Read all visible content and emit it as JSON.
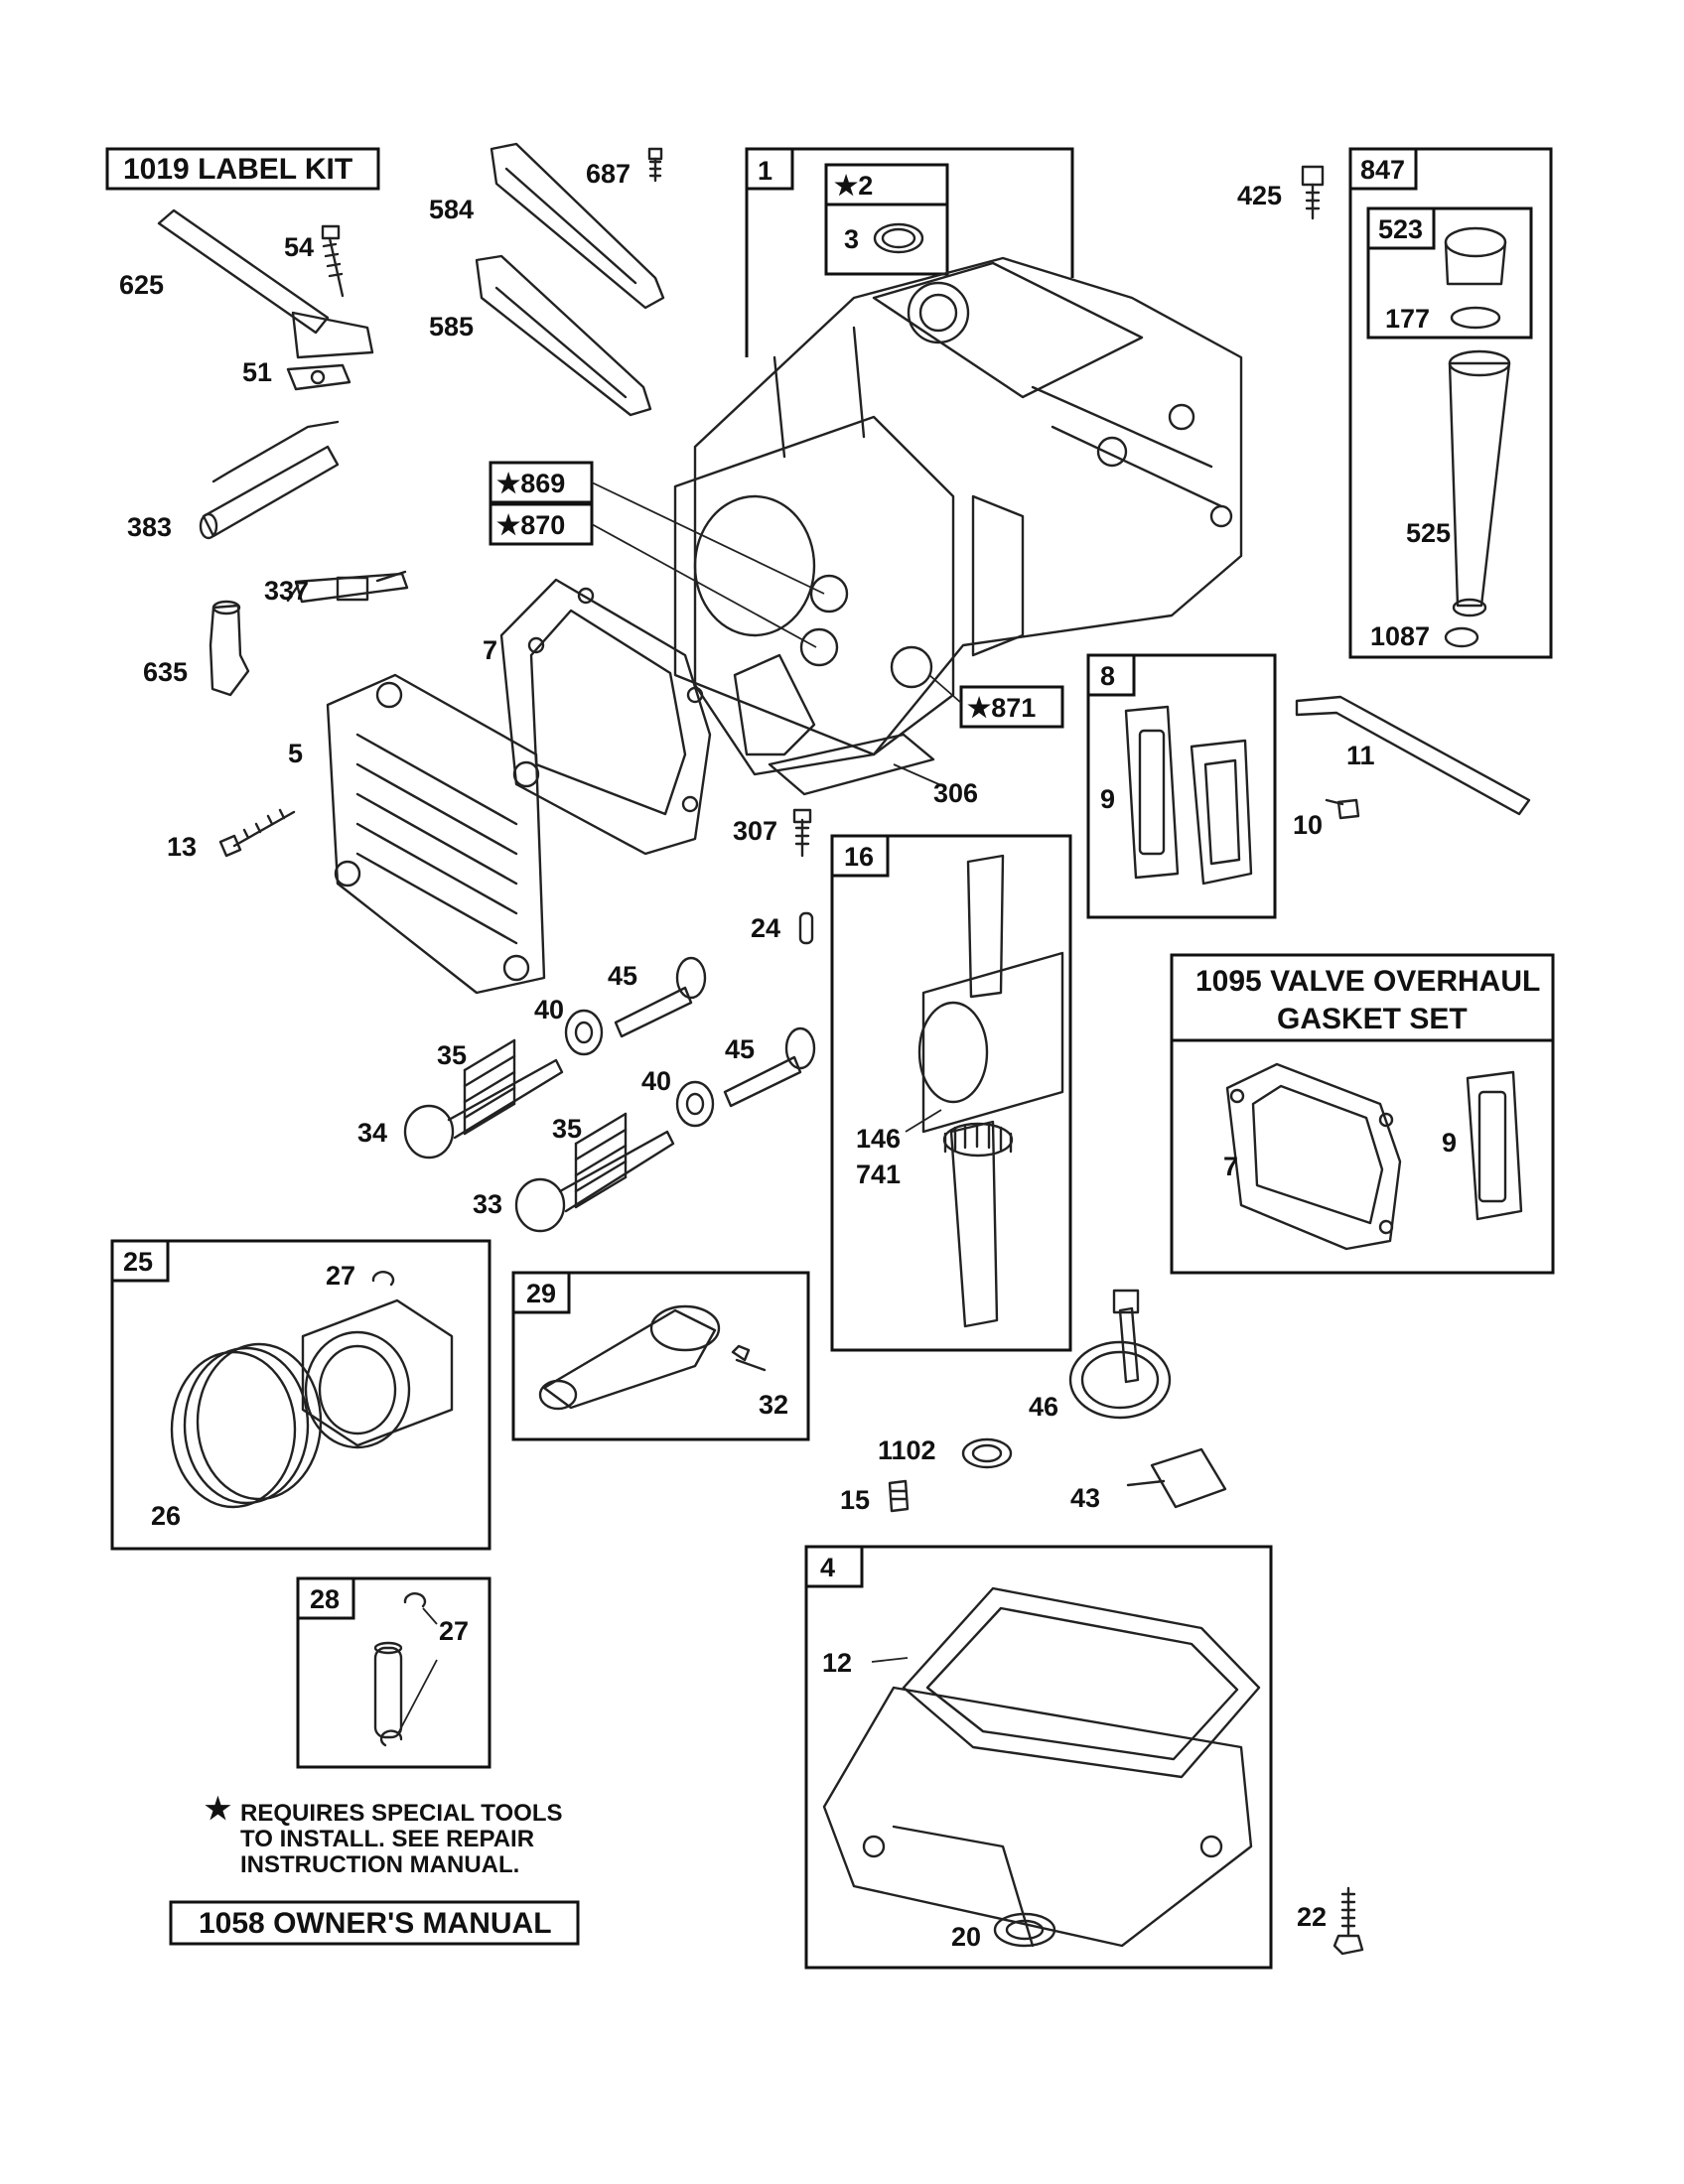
{
  "kits": {
    "label_kit": "1019 LABEL KIT",
    "owners_manual": "1058 OWNER'S MANUAL",
    "valve_overhaul_line1": "1095 VALVE OVERHAUL",
    "valve_overhaul_line2": "GASKET SET"
  },
  "note": {
    "star": "★",
    "line1": "REQUIRES SPECIAL TOOLS",
    "line2": "TO INSTALL.  SEE REPAIR",
    "line3": "INSTRUCTION MANUAL."
  },
  "boxes": {
    "b1": "1",
    "b2": "★2",
    "b847": "847",
    "b523": "523",
    "b869": "★869",
    "b870": "★870",
    "b871": "★871",
    "b8": "8",
    "b16": "16",
    "b25": "25",
    "b29": "29",
    "b28": "28",
    "b4": "4"
  },
  "callouts": {
    "c687": "687",
    "c584": "584",
    "c585": "585",
    "c54": "54",
    "c625": "625",
    "c51": "51",
    "c383": "383",
    "c337": "337",
    "c635": "635",
    "c7": "7",
    "c5": "5",
    "c13": "13",
    "c3": "3",
    "c306": "306",
    "c307": "307",
    "c425": "425",
    "c177": "177",
    "c525": "525",
    "c1087": "1087",
    "c11": "11",
    "c9": "9",
    "c10": "10",
    "c24": "24",
    "c45a": "45",
    "c40a": "40",
    "c35a": "35",
    "c34": "34",
    "c45b": "45",
    "c40b": "40",
    "c35b": "35",
    "c33": "33",
    "c146": "146",
    "c741": "741",
    "c7b": "7",
    "c9b": "9",
    "c27a": "27",
    "c26": "26",
    "c32": "32",
    "c1102": "1102",
    "c46": "46",
    "c15": "15",
    "c43": "43",
    "c27b": "27",
    "c12": "12",
    "c20": "20",
    "c22": "22"
  }
}
